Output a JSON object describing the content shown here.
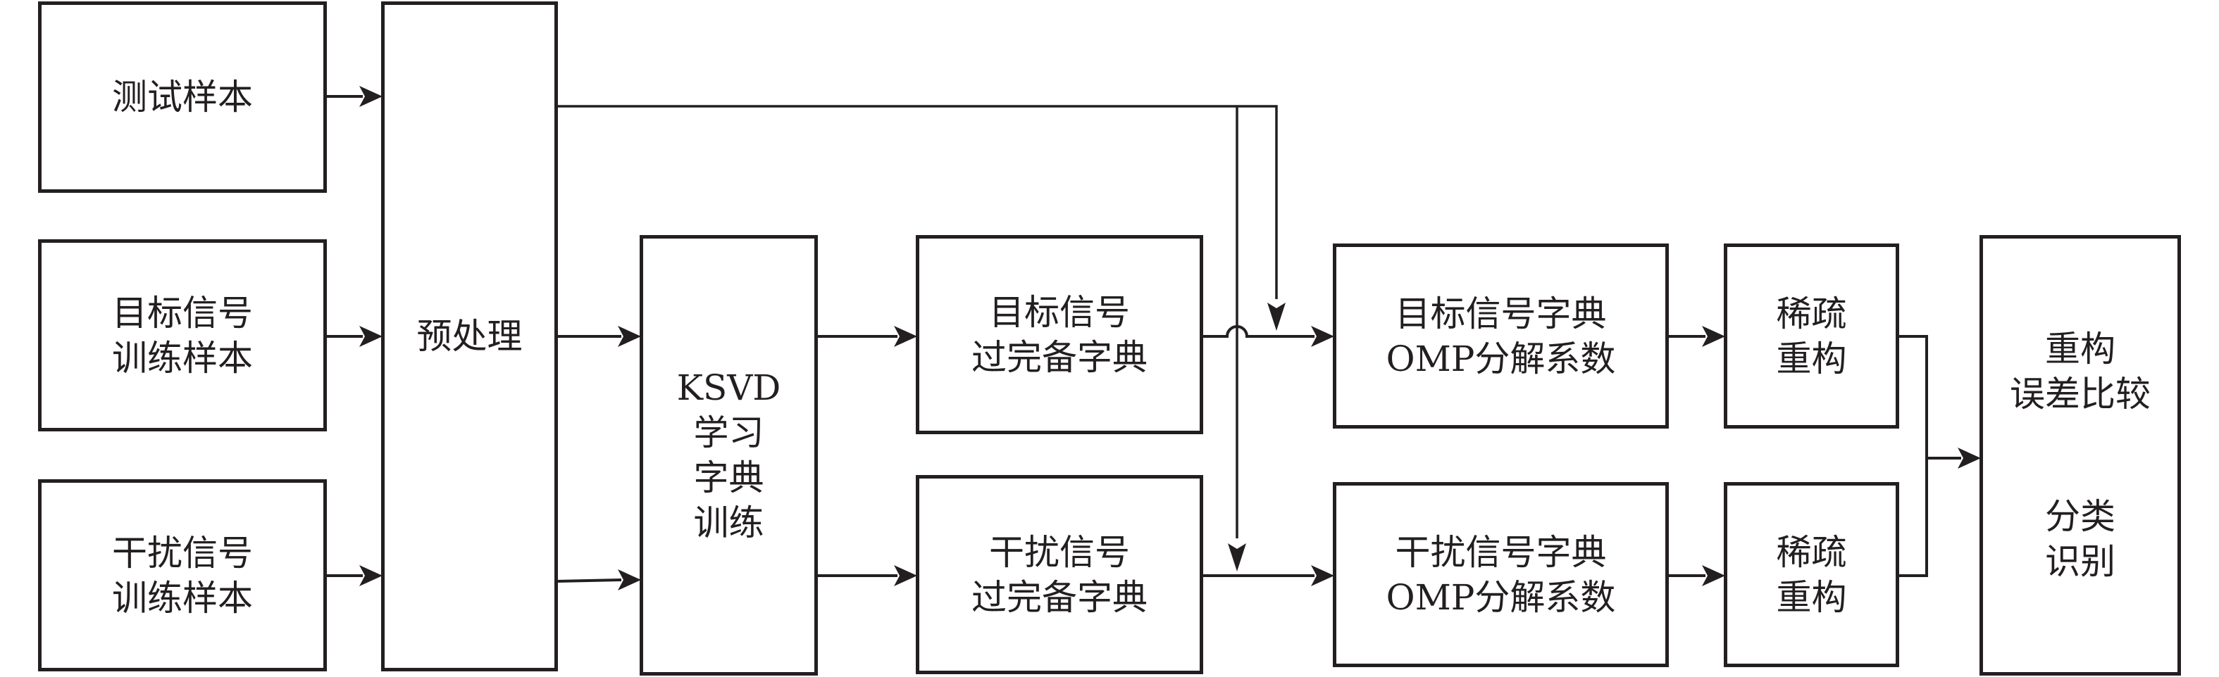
{
  "diagram": {
    "type": "flowchart",
    "nodes": {
      "test_sample": {
        "lines": [
          "测试样本"
        ]
      },
      "target_train": {
        "lines": [
          "目标信号",
          "训练样本"
        ]
      },
      "interf_train": {
        "lines": [
          "干扰信号",
          "训练样本"
        ]
      },
      "preprocess": {
        "lines": [
          "预处理"
        ]
      },
      "ksvd": {
        "lines": [
          "KSVD",
          "学习",
          "字典",
          "训练"
        ]
      },
      "target_dict": {
        "lines": [
          "目标信号",
          "过完备字典"
        ]
      },
      "interf_dict": {
        "lines": [
          "干扰信号",
          "过完备字典"
        ]
      },
      "target_omp": {
        "lines": [
          "目标信号字典",
          "OMP分解系数"
        ]
      },
      "interf_omp": {
        "lines": [
          "干扰信号字典",
          "OMP分解系数"
        ]
      },
      "target_sparse": {
        "lines": [
          "稀疏",
          "重构"
        ]
      },
      "interf_sparse": {
        "lines": [
          "稀疏",
          "重构"
        ]
      },
      "result": {
        "lines_top": [
          "重构",
          "误差比较"
        ],
        "lines_bottom": [
          "分类",
          "识别"
        ]
      }
    },
    "edges": [
      [
        "test_sample",
        "preprocess"
      ],
      [
        "target_train",
        "preprocess"
      ],
      [
        "interf_train",
        "preprocess"
      ],
      [
        "preprocess",
        "ksvd"
      ],
      [
        "preprocess",
        "target_omp"
      ],
      [
        "preprocess",
        "interf_omp"
      ],
      [
        "ksvd",
        "target_dict"
      ],
      [
        "ksvd",
        "interf_dict"
      ],
      [
        "target_dict",
        "target_omp"
      ],
      [
        "interf_dict",
        "interf_omp"
      ],
      [
        "target_omp",
        "target_sparse"
      ],
      [
        "interf_omp",
        "interf_sparse"
      ],
      [
        "target_sparse",
        "result"
      ],
      [
        "interf_sparse",
        "result"
      ]
    ]
  }
}
